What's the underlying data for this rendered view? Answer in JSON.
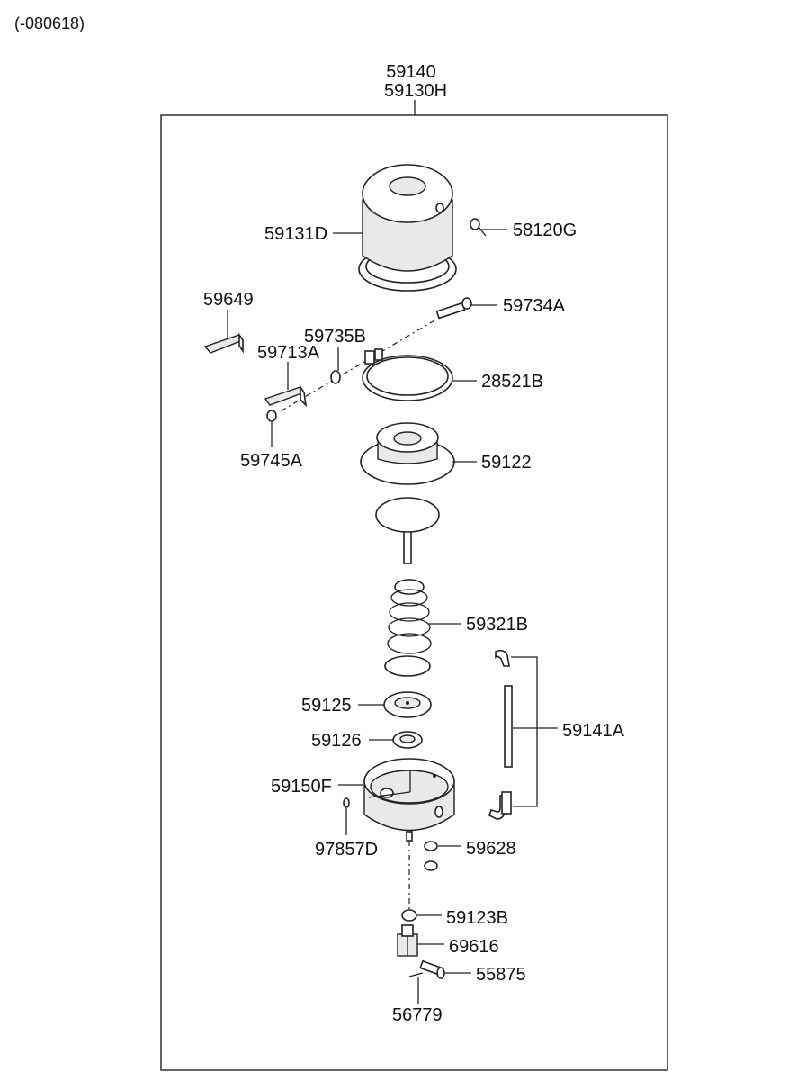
{
  "header": {
    "code": "(-080618)"
  },
  "assembly": {
    "part_no_1": "59140",
    "part_no_2": "59130H"
  },
  "parts": {
    "p59131D": "59131D",
    "p58120G": "58120G",
    "p59649": "59649",
    "p59734A": "59734A",
    "p59735B": "59735B",
    "p59713A": "59713A",
    "p28521B": "28521B",
    "p59745A": "59745A",
    "p59122": "59122",
    "p59321B": "59321B",
    "p59125": "59125",
    "p59126": "59126",
    "p59141A": "59141A",
    "p59150F": "59150F",
    "p97857D": "97857D",
    "p59628": "59628",
    "p59123B": "59123B",
    "p69616": "69616",
    "p55875": "55875",
    "p56779": "56779"
  }
}
